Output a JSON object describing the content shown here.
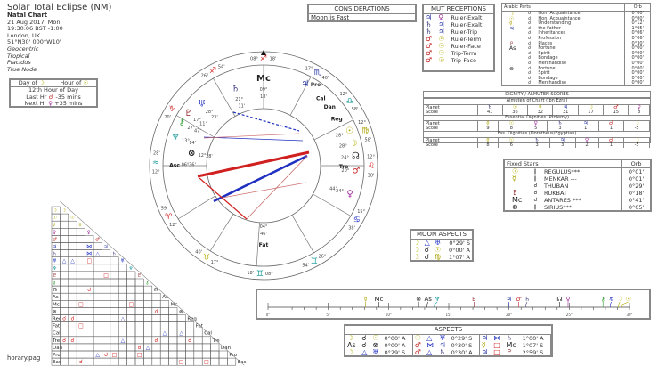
{
  "colors": {
    "sun": "#b3ad00",
    "moon": "#b3ad00",
    "mercury": "#a8a000",
    "venus": "#a0289a",
    "mars": "#c02020",
    "jupiter": "#2030a0",
    "saturn": "#404080",
    "uranus": "#2030c0",
    "neptune": "#1a9a9a",
    "pluto": "#902020",
    "chiron": "#2a9a2a",
    "node": "#222",
    "red": "#d02020",
    "blue": "#2030c0"
  },
  "header": {
    "title": "Solar Total Eclipse (NM)",
    "subtitle": "Natal Chart",
    "lines": [
      "21 Aug 2017, Mon",
      "19:30:06  BST -1:00",
      "London, UK",
      "51°N30' 000°W10'"
    ],
    "italic": [
      "Geocentric",
      "Tropical",
      "Placidus",
      "True Node"
    ]
  },
  "day_box": {
    "day_of": "Day of",
    "day_glyph": "☽",
    "hour_of": "Hour of",
    "hour_glyph": "☉",
    "hour_of_day": "12th Hour of Day",
    "last_hr": "Last Hr",
    "last_glyph": "♂",
    "last_val": "-35 mins",
    "next_hr": "Next Hr",
    "next_glyph": "♀",
    "next_val": "+35 mins"
  },
  "considerations": {
    "title": "CONSIDERATIONS",
    "items": [
      "Moon is Fast"
    ]
  },
  "mut_receptions": {
    "title": "MUT RECEPTIONS",
    "rows": [
      [
        "♃",
        "♀",
        "Ruler-Exalt"
      ],
      [
        "♄",
        "♃",
        "Ruler-Exalt"
      ],
      [
        "♄",
        "♃",
        "Ruler-Trip"
      ],
      [
        "♂",
        "☉",
        "Ruler-Term"
      ],
      [
        "♂",
        "☉",
        "Ruler-Face"
      ],
      [
        "♂",
        "☉",
        "Trip-Term"
      ],
      [
        "♂",
        "☉",
        "Trip-Face"
      ]
    ]
  },
  "arabic_parts": {
    "title": "Arabic Parts",
    "orb_label": "Orb",
    "rows": [
      [
        "☽",
        "☌",
        "Hon. Acquaintance",
        "0°00'"
      ],
      [
        "☉",
        "☌",
        "Hon. Acquaintance",
        "0°00'"
      ],
      [
        "☿",
        "☌",
        "Understanding",
        "0°12'"
      ],
      [
        "♃",
        "☌",
        "the Father",
        "1°05'"
      ],
      [
        "",
        "☌",
        "Inheritances",
        "0°06'"
      ],
      [
        "",
        "☌",
        "Profession",
        "0°06'"
      ],
      [
        "♇",
        "☌",
        "Places",
        "0°30'"
      ],
      [
        "As",
        "☌",
        "Fortune",
        "0°00'"
      ],
      [
        "",
        "☌",
        "Spirit",
        "0°00'"
      ],
      [
        "",
        "☌",
        "Bondage",
        "0°00'"
      ],
      [
        "",
        "☌",
        "Merchandise",
        "0°00'"
      ],
      [
        "⊗",
        "☌",
        "Fortune",
        "0°00'"
      ],
      [
        "",
        "☌",
        "Spirit",
        "0°00'"
      ],
      [
        "",
        "☌",
        "Bondage",
        "0°00'"
      ],
      [
        "",
        "☌",
        "Merchandise",
        "0°00'"
      ]
    ]
  },
  "dignity": {
    "title": "DIGNITY / ALMUTEN SCORES",
    "sections": [
      {
        "title": "Almuten of Chart (Ibn Ezra)",
        "planets": [
          "♄",
          "☉",
          "☿",
          "♃",
          "☽",
          "♂",
          "♀"
        ],
        "scores": [
          "41",
          "36",
          "32",
          "31",
          "17",
          "15",
          "8"
        ]
      },
      {
        "title": "Essential Dignities (Ptolemy)",
        "planets": [
          "☿",
          "☉",
          "♀",
          "♄",
          "♃",
          "♂",
          "☽"
        ],
        "scores": [
          "9",
          "8",
          "5",
          "3",
          "1",
          "1",
          "-5"
        ]
      },
      {
        "title": "Ess. Dignities (Dorotheus/Egyptian)",
        "planets": [
          "☿",
          "☉",
          "♄",
          "♃",
          "♀",
          "♂",
          "☽"
        ],
        "scores": [
          "8",
          "6",
          "3",
          "3",
          "2",
          "1",
          "-5"
        ]
      }
    ],
    "planet_label": "Planet",
    "score_label": "Score"
  },
  "fixed_stars": {
    "title": "Fixed Stars",
    "orb_label": "Orb",
    "rows": [
      [
        "☉",
        "∥",
        "REGULUS***",
        "0°01'"
      ],
      [
        "☿",
        "∥",
        "MENKAR ---",
        "0°01'"
      ],
      [
        "",
        "☌",
        "THUBAN",
        "0°29'"
      ],
      [
        "♇",
        "☌",
        "RUKBAT",
        "0°18'"
      ],
      [
        "Mc",
        "☌",
        "ANTARES ***",
        "0°41'"
      ],
      [
        "⊗",
        "∥",
        "SIRIUS***",
        "0°05'"
      ]
    ]
  },
  "moon_aspects": {
    "title": "MOON ASPECTS",
    "rows": [
      [
        "☽",
        "△",
        "♅",
        "0°29' S"
      ],
      [
        "☽",
        "☌",
        "☉",
        "0°00' A"
      ],
      [
        "☽",
        "☌",
        "♍",
        "1°07' A"
      ]
    ]
  },
  "aspects": {
    "title": "ASPECTS",
    "rows": [
      [
        "☽",
        "☌",
        "☉",
        "0°00' A",
        "☉",
        "△",
        "♅",
        "0°29' S",
        "♃",
        "⋈",
        "♄",
        "1°00' A"
      ],
      [
        "As",
        "☌",
        "⊗",
        "0°00' A",
        "♂",
        "⋈",
        "♃",
        "0°30' S",
        "☿",
        "□",
        "Mc",
        "1°07' S"
      ],
      [
        "☽",
        "△",
        "♅",
        "0°29' S",
        "♂",
        "△",
        "♄",
        "0°30' A",
        "♃",
        "□",
        "♇",
        "2°59' S"
      ]
    ]
  },
  "timeline": {
    "ticks": [
      "0°",
      "5°",
      "10°",
      "15°",
      "20°",
      "25°",
      "30°"
    ],
    "bodies": [
      [
        "☿",
        8.1
      ],
      [
        "Mc",
        9.2
      ],
      [
        "⊗",
        12.5
      ],
      [
        "As",
        13.2
      ],
      [
        "♆",
        13.8
      ],
      [
        "♇",
        17.1
      ],
      [
        "♃",
        20
      ],
      [
        "♂",
        20.8
      ],
      [
        "♄",
        21.4
      ],
      [
        "☊",
        24.2
      ],
      [
        "♀",
        24.9
      ],
      [
        "⚷",
        27.8
      ],
      [
        "♅",
        28.4
      ],
      [
        "☽",
        29.1
      ],
      [
        "☉",
        29.4
      ]
    ]
  },
  "wheel": {
    "cusps": [
      [
        "08°",
        "♐",
        "18'"
      ],
      [
        "26°",
        "♐",
        "54'"
      ],
      [
        "20'",
        "♑",
        ""
      ],
      [
        "12°",
        "≈",
        "28'"
      ],
      [
        "12°",
        "♈",
        "59'"
      ],
      [
        "17°",
        "♉",
        "40'"
      ],
      [
        "08°",
        "♊",
        "18'"
      ],
      [
        "26°",
        "♊",
        "54'"
      ],
      [
        "15°",
        "♋",
        "38'"
      ],
      [
        "12°",
        "♌",
        "38'"
      ],
      [
        "12°",
        "♍",
        "58'"
      ],
      [
        "17°",
        "♏",
        "40'"
      ],
      [
        "12°",
        "♎",
        "58'"
      ]
    ],
    "bodies": [
      [
        "Mc",
        "09°",
        "18'"
      ],
      [
        "♄",
        "21°",
        "11'"
      ],
      [
        "♃",
        "Pro",
        ""
      ],
      [
        "Cal",
        "",
        ""
      ],
      [
        "Dan",
        "",
        ""
      ],
      [
        "Reg",
        "",
        ""
      ],
      [
        "☉",
        "28°",
        ""
      ],
      [
        "☽",
        "28°",
        ""
      ],
      [
        "☊",
        "24°",
        ""
      ],
      [
        "♂",
        "20°",
        ""
      ],
      [
        "♀",
        "24°",
        "44'"
      ],
      [
        "Tre",
        "",
        ""
      ],
      [
        "♇",
        "17°",
        "11'"
      ],
      [
        "⊗",
        "12°",
        "28'"
      ],
      [
        "Asc",
        "06°",
        "36'"
      ],
      [
        "♆",
        "13°",
        "14'"
      ],
      [
        "⚷",
        "27°",
        "47'"
      ],
      [
        "♅",
        "28°",
        "23'"
      ],
      [
        "Fat",
        "46'",
        "04°"
      ]
    ]
  },
  "grid": {
    "labels": [
      "☽",
      "☉",
      "☿",
      "♀",
      "♂",
      "♃",
      "♄",
      "♅",
      "♆",
      "♇",
      "⚷",
      "☊",
      "As",
      "Mc",
      "⊗",
      "Reg",
      "Fat",
      "Cal",
      "Tre",
      "Dan",
      "Pro",
      "Eas"
    ]
  },
  "footer": {
    "file": "horary.pag"
  }
}
